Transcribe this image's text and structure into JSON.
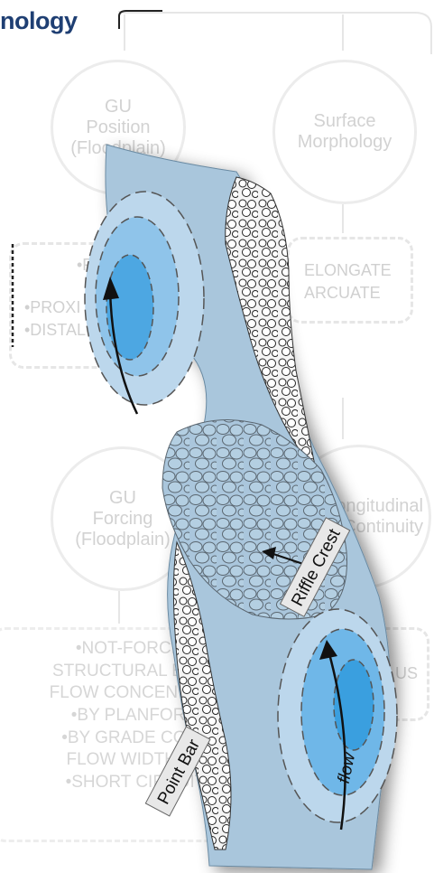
{
  "header": {
    "title": "nology"
  },
  "background_flowchart": {
    "circle_top_left": [
      "GU",
      "Position",
      "(Floodplain)"
    ],
    "circle_top_right": [
      "Surface",
      "Morphology"
    ],
    "box_left_lines": [
      "•P",
      "•PROXI",
      "•DISTAL"
    ],
    "box_right_lines": [
      "ELONGATE",
      "ARCUATE"
    ],
    "circle_mid_left": [
      "GU",
      "Forcing",
      "(Floodplain)"
    ],
    "circle_mid_right": [
      "Longitudinal",
      "Continuity"
    ],
    "box_bottom_right_text": "US",
    "forcing_list": [
      "•NOT-FORCED",
      "STRUCTURAL ELEM",
      "FLOW CONCENTRAT",
      "•BY PLANFORM",
      "•BY GRADE CONT",
      "FLOW WIDTH EX",
      "•SHORT CIRCUIT"
    ]
  },
  "river_diagram": {
    "labels": {
      "riffle_crest": "Riffle Crest",
      "point_bar": "Point Bar",
      "flow": "flow"
    },
    "colors": {
      "channel": "#a9c6dc",
      "pool_outer": "#8fc4ea",
      "pool_mid": "#5fb0e6",
      "pool_inner": "#3a9fdf",
      "gravel": "#f2f2f2",
      "title": "#1f3f73"
    }
  }
}
